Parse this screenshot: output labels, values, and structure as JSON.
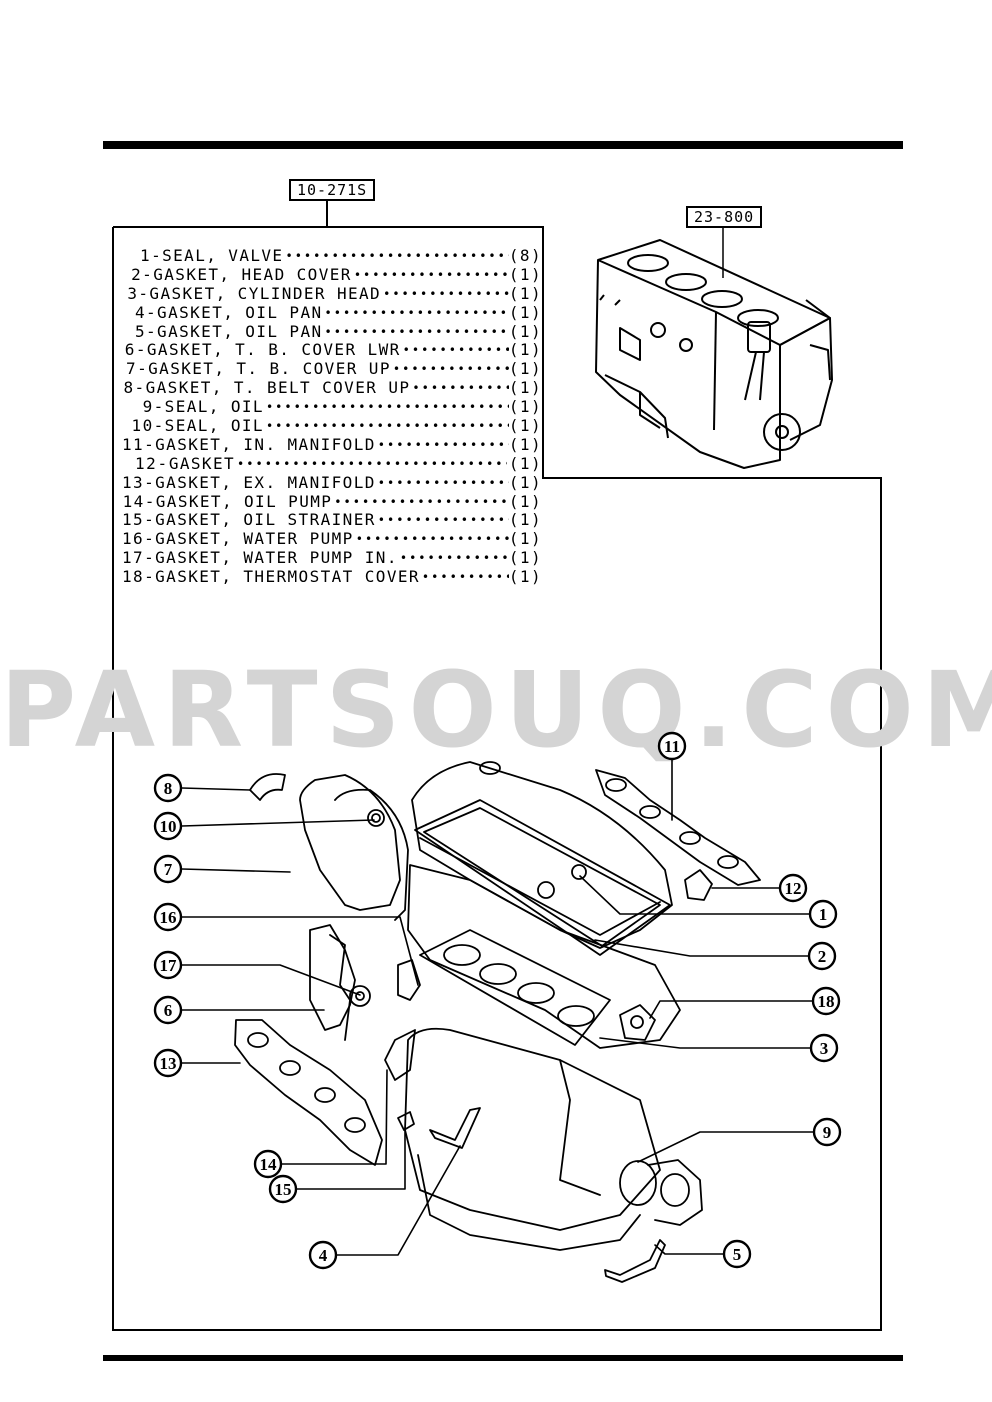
{
  "kit_ref": "10-271S",
  "block_ref": "23-800",
  "watermark": "PARTSOUQ.COM",
  "parts": [
    {
      "no": "1",
      "name": "SEAL, VALVE",
      "qty": "(8)"
    },
    {
      "no": "2",
      "name": "GASKET, HEAD COVER",
      "qty": "(1)"
    },
    {
      "no": "3",
      "name": "GASKET, CYLINDER HEAD",
      "qty": "(1)"
    },
    {
      "no": "4",
      "name": "GASKET, OIL PAN",
      "qty": "(1)"
    },
    {
      "no": "5",
      "name": "GASKET, OIL PAN",
      "qty": "(1)"
    },
    {
      "no": "6",
      "name": "GASKET, T. B. COVER LWR",
      "qty": "(1)"
    },
    {
      "no": "7",
      "name": "GASKET, T. B. COVER UP",
      "qty": "(1)"
    },
    {
      "no": "8",
      "name": "GASKET, T. BELT COVER UP",
      "qty": "(1)"
    },
    {
      "no": "9",
      "name": "SEAL, OIL",
      "qty": "(1)"
    },
    {
      "no": "10",
      "name": "SEAL, OIL",
      "qty": "(1)"
    },
    {
      "no": "11",
      "name": "GASKET, IN. MANIFOLD",
      "qty": "(1)"
    },
    {
      "no": "12",
      "name": "GASKET",
      "qty": "(1)"
    },
    {
      "no": "13",
      "name": "GASKET, EX. MANIFOLD",
      "qty": "(1)"
    },
    {
      "no": "14",
      "name": "GASKET, OIL PUMP",
      "qty": "(1)"
    },
    {
      "no": "15",
      "name": "GASKET, OIL STRAINER",
      "qty": "(1)"
    },
    {
      "no": "16",
      "name": "GASKET, WATER PUMP",
      "qty": "(1)"
    },
    {
      "no": "17",
      "name": "GASKET, WATER PUMP IN.",
      "qty": "(1)"
    },
    {
      "no": "18",
      "name": "GASKET, THERMOSTAT COVER",
      "qty": "(1)"
    }
  ],
  "callouts": [
    "1",
    "2",
    "3",
    "4",
    "5",
    "6",
    "7",
    "8",
    "9",
    "10",
    "11",
    "12",
    "13",
    "14",
    "15",
    "16",
    "17",
    "18"
  ]
}
